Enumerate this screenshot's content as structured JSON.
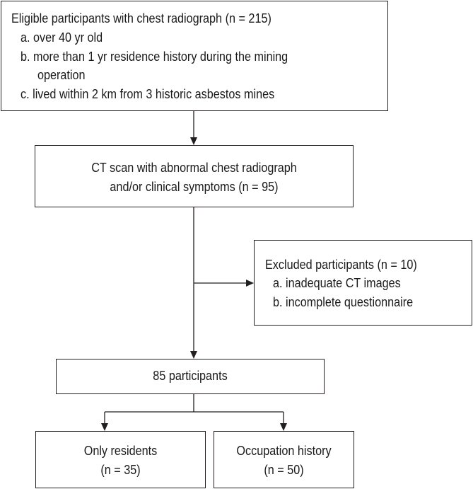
{
  "eligible": {
    "title": "Eligible participants with chest radiograph (n = 215)",
    "items": [
      "a. over 40 yr old",
      "b. more than 1 yr residence history during the mining",
      "operation",
      "c. lived within 2 km from 3 historic asbestos mines"
    ]
  },
  "ct_scan": {
    "line1": "CT scan with abnormal chest radiograph",
    "line2": "and/or clinical symptoms (n = 95)"
  },
  "excluded": {
    "title": "Excluded participants (n = 10)",
    "items": [
      "a. inadequate CT images",
      "b. incomplete questionnaire"
    ]
  },
  "participants": {
    "label": "85 participants"
  },
  "residents": {
    "line1": "Only residents",
    "line2": "(n = 35)"
  },
  "occupation": {
    "line1": "Occupation history",
    "line2": "(n = 50)"
  }
}
